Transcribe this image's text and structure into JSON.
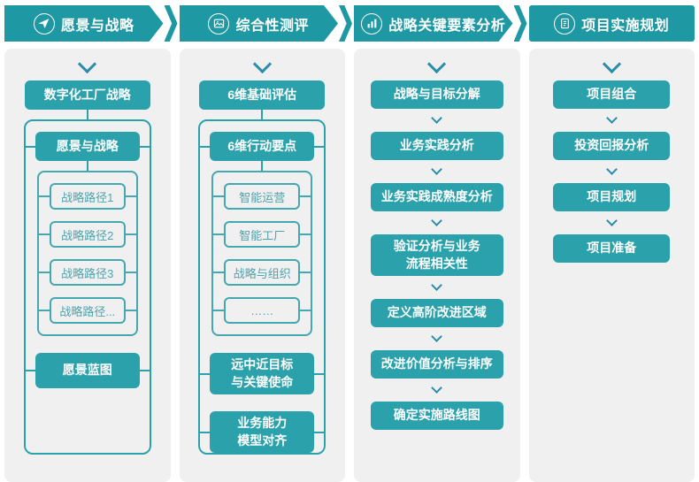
{
  "colors": {
    "hdr": "#1e98a3",
    "box": "#2ba1ac",
    "obr": "#45a7b0",
    "otx": "#4fa3ac",
    "chev": "#2b8da8",
    "panel": "#f0f0f1"
  },
  "columns": [
    {
      "header": {
        "label": "愿景与战略",
        "icon": "send-icon"
      },
      "flow": {
        "top_box": "数字化工厂战略",
        "group_title": "愿景与战略",
        "sub_items": [
          "战略路径1",
          "战略路径2",
          "战略路径3",
          "战略路径..."
        ],
        "bottom_boxes": [
          "愿景蓝图"
        ]
      }
    },
    {
      "header": {
        "label": "综合性测评",
        "icon": "image-icon"
      },
      "flow": {
        "top_box": "6维基础评估",
        "group_title": "6维行动要点",
        "sub_items": [
          "智能运营",
          "智能工厂",
          "战略与组织",
          "……"
        ],
        "bottom_boxes": [
          "远中近目标\n与关键使命",
          "业务能力\n模型对齐"
        ]
      }
    },
    {
      "header": {
        "label": "战略关键要素分析",
        "icon": "bar-chart-icon"
      },
      "steps": [
        "战略与目标分解",
        "业务实践分析",
        "业务实践成熟度分析",
        "验证分析与业务\n流程相关性",
        "定义高阶改进区域",
        "改进价值分析与排序",
        "确定实施路线图"
      ]
    },
    {
      "header": {
        "label": "项目实施规划",
        "icon": "document-icon"
      },
      "steps": [
        "项目组合",
        "投资回报分析",
        "项目规划",
        "项目准备"
      ]
    }
  ]
}
